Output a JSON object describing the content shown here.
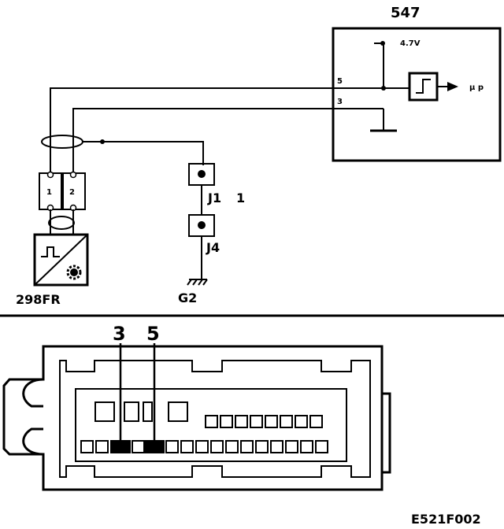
{
  "ecu": {
    "label": "547",
    "voltage": "4.7V",
    "pin_5": "5",
    "pin_3": "3",
    "output": "µ p"
  },
  "sensor": {
    "label": "298FR",
    "pin_1": "1",
    "pin_2": "2"
  },
  "junctions": {
    "j1": "J1",
    "j1_pin": "1",
    "j4": "J4",
    "ground": "G2"
  },
  "connector": {
    "pin_3": "3",
    "pin_5": "5"
  },
  "figure_code": "E521F002"
}
